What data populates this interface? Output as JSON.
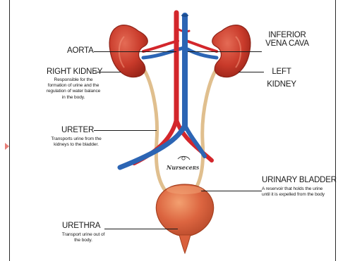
{
  "labels": {
    "aorta": {
      "title": "AORTA"
    },
    "right_kidney": {
      "title": "RIGHT KIDNEY",
      "desc": [
        "Responsible for the",
        "formation of urine and the",
        "regulation of water balance",
        "in the body."
      ]
    },
    "ureter": {
      "title": "URETER",
      "desc": [
        "Transports urine from the",
        "kidneys to the bladder."
      ]
    },
    "urethra": {
      "title": "URETHRA",
      "desc": [
        "Transport urine out of",
        "the body."
      ]
    },
    "inferior_vena_cava": {
      "title_lines": [
        "INFERIOR",
        "VENA CAVA"
      ]
    },
    "left_kidney": {
      "title_lines": [
        "LEFT",
        "KIDNEY"
      ]
    },
    "urinary_bladder": {
      "title": "URINARY BLADDER",
      "desc": [
        "A reservoir that holds the urine",
        "until it is expelled from the body"
      ]
    }
  },
  "watermark": {
    "text": "Nursece",
    "suffix": "RS"
  },
  "colors": {
    "kidney": "#c43a2a",
    "kidney_light": "#e06a52",
    "aorta": "#d3262b",
    "vena_cava": "#2c65b4",
    "ureter": "#e0bf8e",
    "bladder": "#d9603c",
    "bladder_light": "#f09a6c",
    "leader_lines": "#1a1a1a"
  }
}
